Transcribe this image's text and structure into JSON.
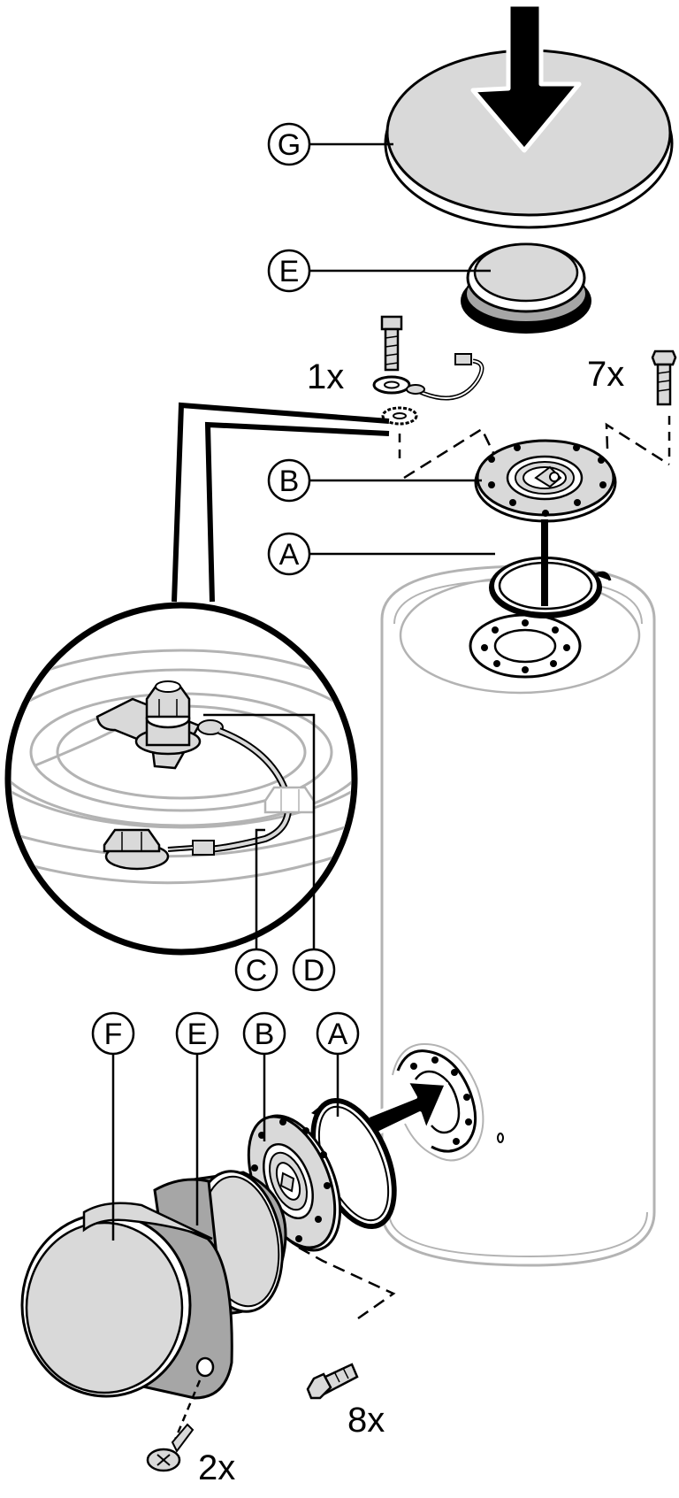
{
  "callouts": {
    "g_top": "G",
    "e_top": "E",
    "b_top": "B",
    "a_top": "A",
    "c_detail": "C",
    "d_detail": "D",
    "f_bottom": "F",
    "e_bottom": "E",
    "b_bottom": "B",
    "a_bottom": "A"
  },
  "quantities": {
    "ground_screw": "1x",
    "flange_screws_top": "7x",
    "flange_screws_bottom": "8x",
    "cover_screws": "2x"
  },
  "colors": {
    "line": "#000000",
    "part_fill": "#d9d9d9",
    "part_dark": "#a6a6a6",
    "tank_outline": "#b3b3b3",
    "background": "#ffffff"
  }
}
